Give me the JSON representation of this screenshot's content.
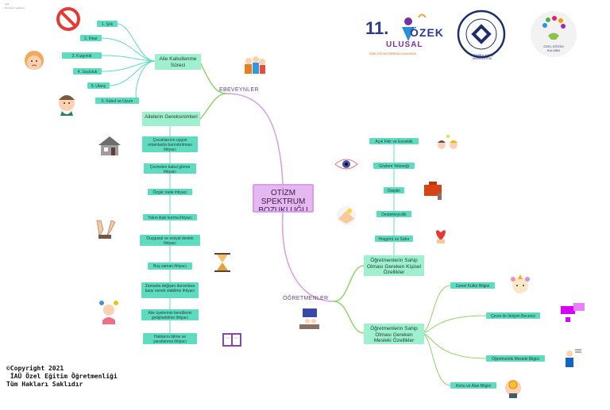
{
  "header": {
    "tiny_line_1": "ugill",
    "tiny_line_2": "Mindmap Sağlayıcı"
  },
  "center": {
    "line1": "OTİZM",
    "line2": "SPEKTRUM",
    "line3": "BOZUKLUĞU"
  },
  "branches": {
    "parents": "EBEVEYNLER",
    "teachers": "ÖĞRETMENLER"
  },
  "parents": {
    "acceptance": {
      "title": "Aile Kabullenme Süreci",
      "steps": [
        "1.  Şok",
        "2.  İnkar",
        "3.  Kızgınlık",
        "4.  Suçluluk",
        "5.  Utanç",
        "6.  Kabul ve Uyum"
      ]
    },
    "needs": {
      "title": "Ailelerin Gereksinimleri",
      "items": [
        "Çocuklarının uygun ortamlarda barındırılması ihtiyacı",
        "Çevreden kabul görme ihtiyacı",
        "Özgür irade ihtiyacı",
        "Yakın ilişki kurma ihtiyacı",
        "Duygusal ve sosyal destek ihtiyacı",
        "Boş zaman ihtiyacı",
        "Zamanla değişen durumlara karşı esnek olabilme ihtiyacı",
        "Aile üyelerinin kendilerini geliştirebilme ihtiyacı",
        "Haklarını bilme ve yararlanma ihtiyacı"
      ]
    }
  },
  "teachers": {
    "personal": {
      "title": "Öğretmenlerin Sahip Olması Gereken Kişisel Özellikler",
      "items": [
        "Açık Fikir ve Esneklik",
        "Gözlem Yeteneği",
        "Disiplin",
        "Destekleyicilik",
        "Hoşgörü ve Sabır"
      ]
    },
    "professional": {
      "title": "Öğretmenlerin Sahip Olması Gereken Mesleki Özellikler",
      "items": [
        "Genel Kültür Bilgisi",
        "Çevre ile İletişim Becerisi",
        "Öğretmenlik Mesleki Bilgisi",
        "Konu ve Alan Bilgisi"
      ]
    }
  },
  "logos": {
    "symposium_number": "11.",
    "symposium_name_1": "ÖZEK",
    "symposium_name_2": "ULUSAL",
    "symposium_subtitle": "ÖZEL EĞİTİM ÖĞRENCİ KONGRESİ",
    "university_ring": "İSTANBUL AYDIN ÜNİVERSİTESİ",
    "club_name": "ÖZEL EĞİTİM KULÜBÜ"
  },
  "copyright": {
    "line1": "©Copyright 2021",
    "line2": " İAÜ Özel Eğitim Öğretmenliği",
    "line3": "Tüm Hakları Saklıdır"
  },
  "colors": {
    "node": "#5fdcc0",
    "node_big": "#9ef0cf",
    "center": "#e6b8f2",
    "line_green": "#8fd36a",
    "line_purple": "#d79cea",
    "line_teal": "#5fdcc0"
  }
}
